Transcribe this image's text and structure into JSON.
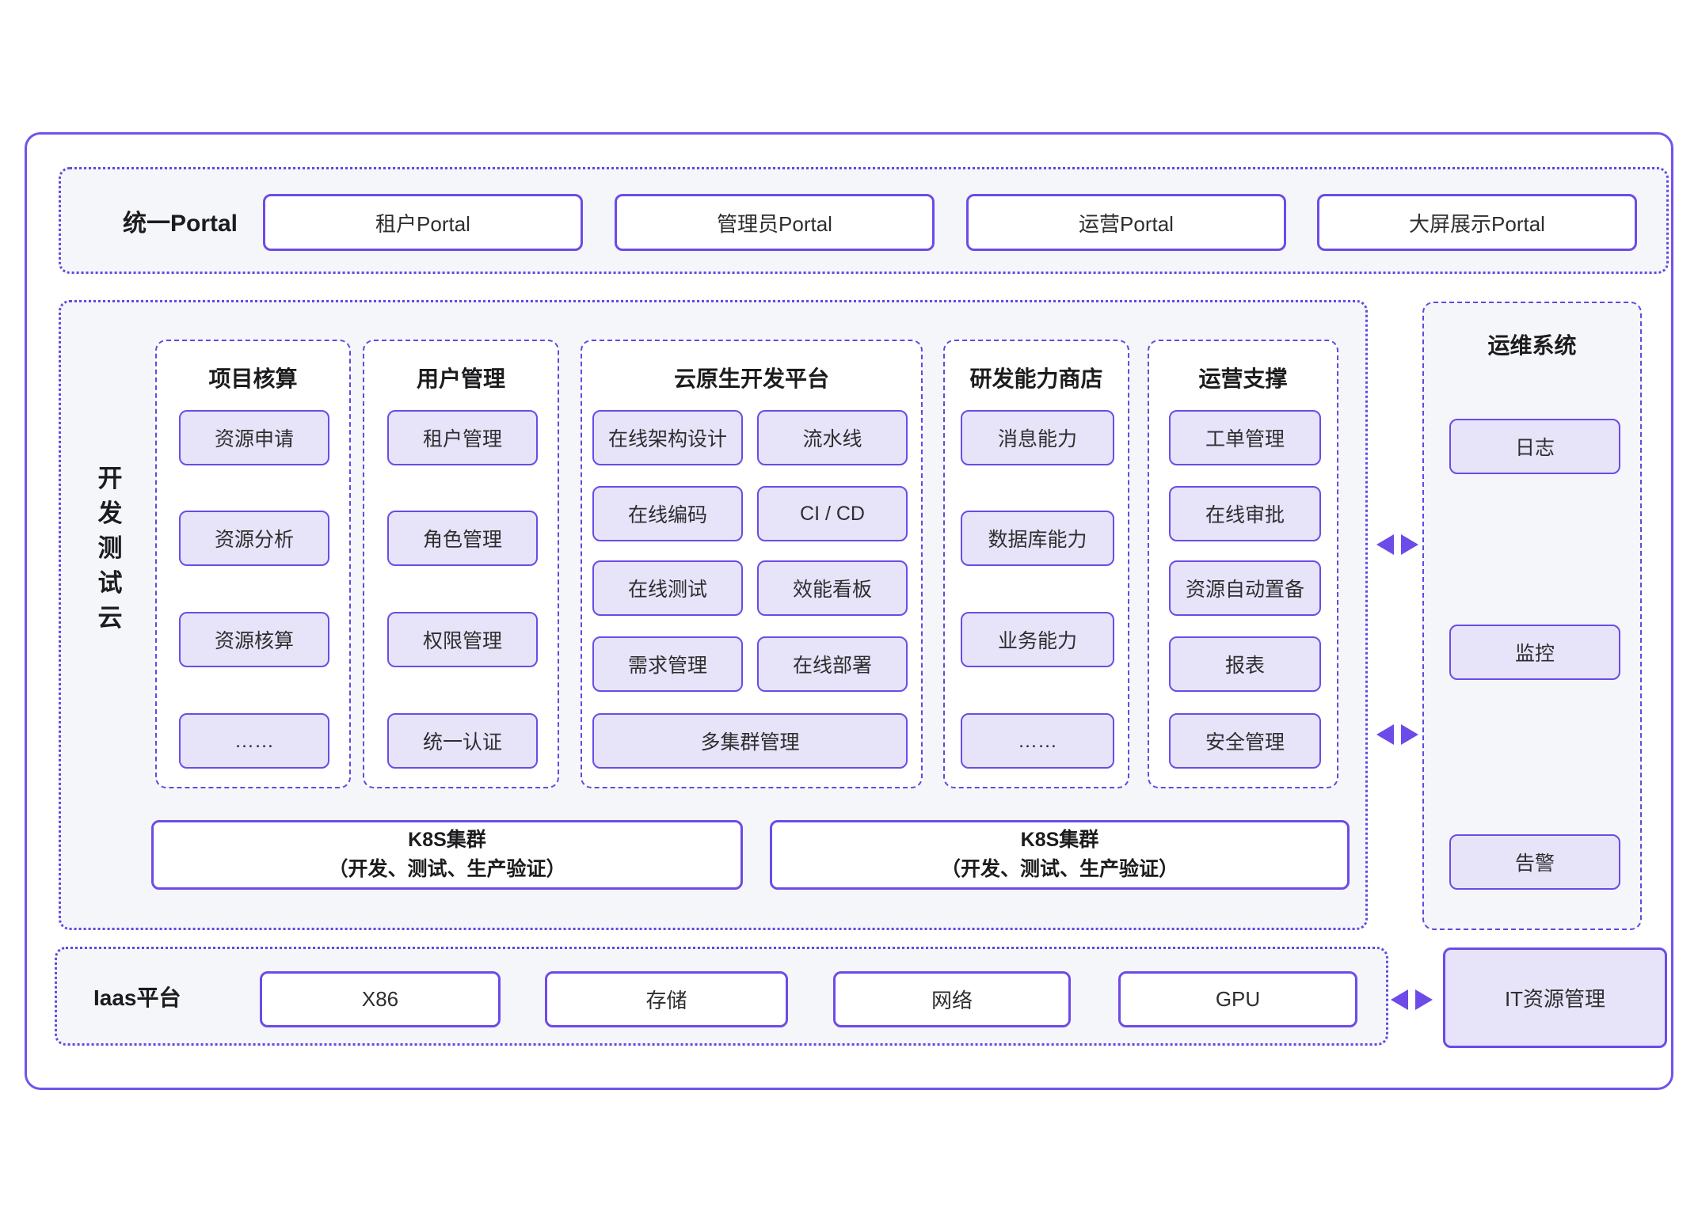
{
  "colors": {
    "accent_solid": "#7253EC",
    "accent_box_border": "#6C4BE8",
    "accent_dashed": "#5F4BDF",
    "module_fill": "#E7E3F8",
    "panel_fill": "#F5F6FA"
  },
  "portal_bar": {
    "label": "统一Portal",
    "items": [
      "租户Portal",
      "管理员Portal",
      "运营Portal",
      "大屏展示Portal"
    ]
  },
  "dev_cloud": {
    "label": "开发测试云",
    "label_chars": [
      "开",
      "发",
      "测",
      "试",
      "云"
    ]
  },
  "columns": [
    {
      "title": "项目核算",
      "items": [
        "资源申请",
        "资源分析",
        "资源核算",
        "……"
      ]
    },
    {
      "title": "用户管理",
      "items": [
        "租户管理",
        "角色管理",
        "权限管理",
        "统一认证"
      ]
    },
    {
      "title": "云原生开发平台",
      "items_left": [
        "在线架构设计",
        "在线编码",
        "在线测试",
        "需求管理"
      ],
      "items_right": [
        "流水线",
        "CI / CD",
        "效能看板",
        "在线部署"
      ],
      "item_full": "多集群管理"
    },
    {
      "title": "研发能力商店",
      "items": [
        "消息能力",
        "数据库能力",
        "业务能力",
        "……"
      ]
    },
    {
      "title": "运营支撑",
      "items": [
        "工单管理",
        "在线审批",
        "资源自动置备",
        "报表",
        "安全管理"
      ]
    }
  ],
  "k8s_clusters": [
    {
      "line1": "K8S集群",
      "line2": "（开发、测试、生产验证）"
    },
    {
      "line1": "K8S集群",
      "line2": "（开发、测试、生产验证）"
    }
  ],
  "ops_system": {
    "title": "运维系统",
    "items": [
      "日志",
      "监控",
      "告警"
    ]
  },
  "iaas": {
    "label": "Iaas平台",
    "items": [
      "X86",
      "存储",
      "网络",
      "GPU"
    ]
  },
  "it_resource": {
    "label": "IT资源管理"
  }
}
